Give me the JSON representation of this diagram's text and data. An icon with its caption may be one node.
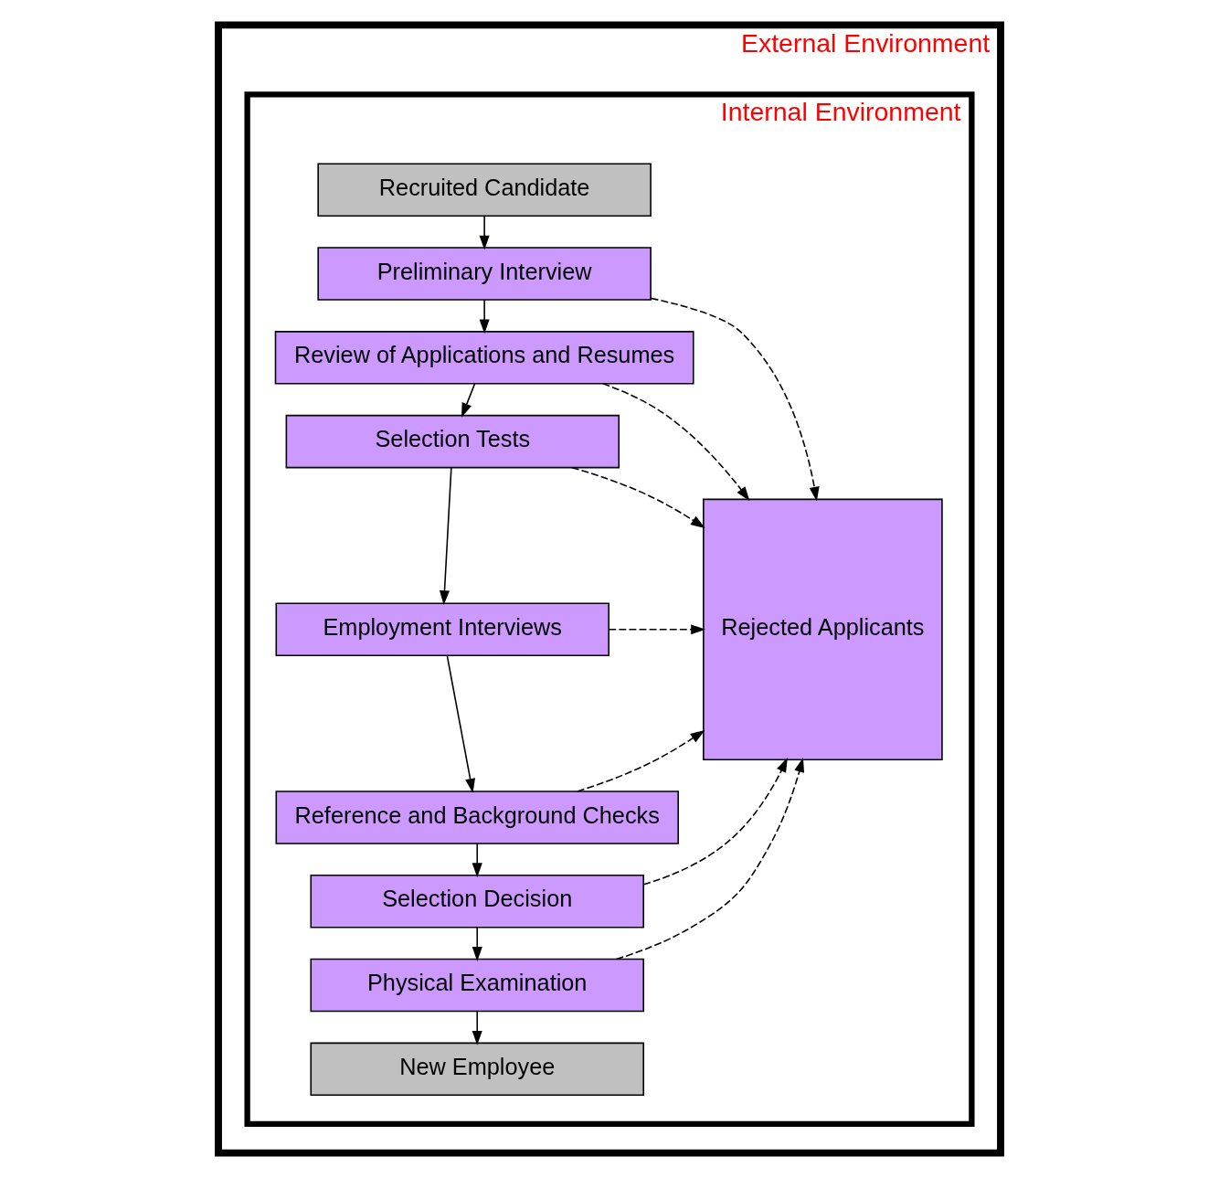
{
  "diagram": {
    "nodes": [
      {
        "text": [
          "External Environment"
        ]
      },
      {
        "text": [
          "Internal Environment"
        ],
        "in": 0
      },
      {
        "text": [
          "Recruited Candidate"
        ],
        "in": 1
      },
      {
        "text": [
          "Preliminary Interview"
        ],
        "in": 1
      },
      {
        "text": [
          "Review of Applications and Resumes"
        ],
        "in": 1
      },
      {
        "text": [
          "Selection Tests"
        ],
        "in": 1
      },
      {
        "text": [
          "Employment Interviews"
        ],
        "in": 1
      },
      {
        "text": [
          "Reference and Background Checks"
        ],
        "in": 1
      },
      {
        "text": [
          "Selection Decision"
        ],
        "in": 1
      },
      {
        "text": [
          "Physical Examination"
        ],
        "in": 1
      },
      {
        "text": [
          "New Employee"
        ],
        "in": 1
      },
      {
        "text": [
          "Rejected Applicants"
        ],
        "in": 1
      }
    ],
    "edges": [
      {
        "from": 2,
        "to": 3,
        "arrow": "to"
      },
      {
        "from": 3,
        "to": 4,
        "arrow": "to"
      },
      {
        "from": 4,
        "to": 5,
        "arrow": "to"
      },
      {
        "from": 5,
        "to": 6,
        "arrow": "to"
      },
      {
        "from": 6,
        "to": 7,
        "arrow": "to"
      },
      {
        "from": 7,
        "to": 8,
        "arrow": "to"
      },
      {
        "from": 8,
        "to": 9,
        "arrow": "to"
      },
      {
        "from": 9,
        "to": 10,
        "arrow": "to"
      },
      {
        "from": 3,
        "to": 11,
        "arrow": "to",
        "style": "dashed"
      },
      {
        "from": 4,
        "to": 11,
        "arrow": "to",
        "style": "dashed"
      },
      {
        "from": 5,
        "to": 11,
        "arrow": "to",
        "style": "dashed"
      },
      {
        "from": 6,
        "to": 11,
        "arrow": "to",
        "style": "dashed"
      },
      {
        "from": 7,
        "to": 11,
        "arrow": "to",
        "style": "dashed"
      },
      {
        "from": 8,
        "to": 11,
        "arrow": "to",
        "style": "dashed"
      },
      {
        "from": 9,
        "to": 11,
        "arrow": "to",
        "style": "dashed"
      }
    ]
  }
}
